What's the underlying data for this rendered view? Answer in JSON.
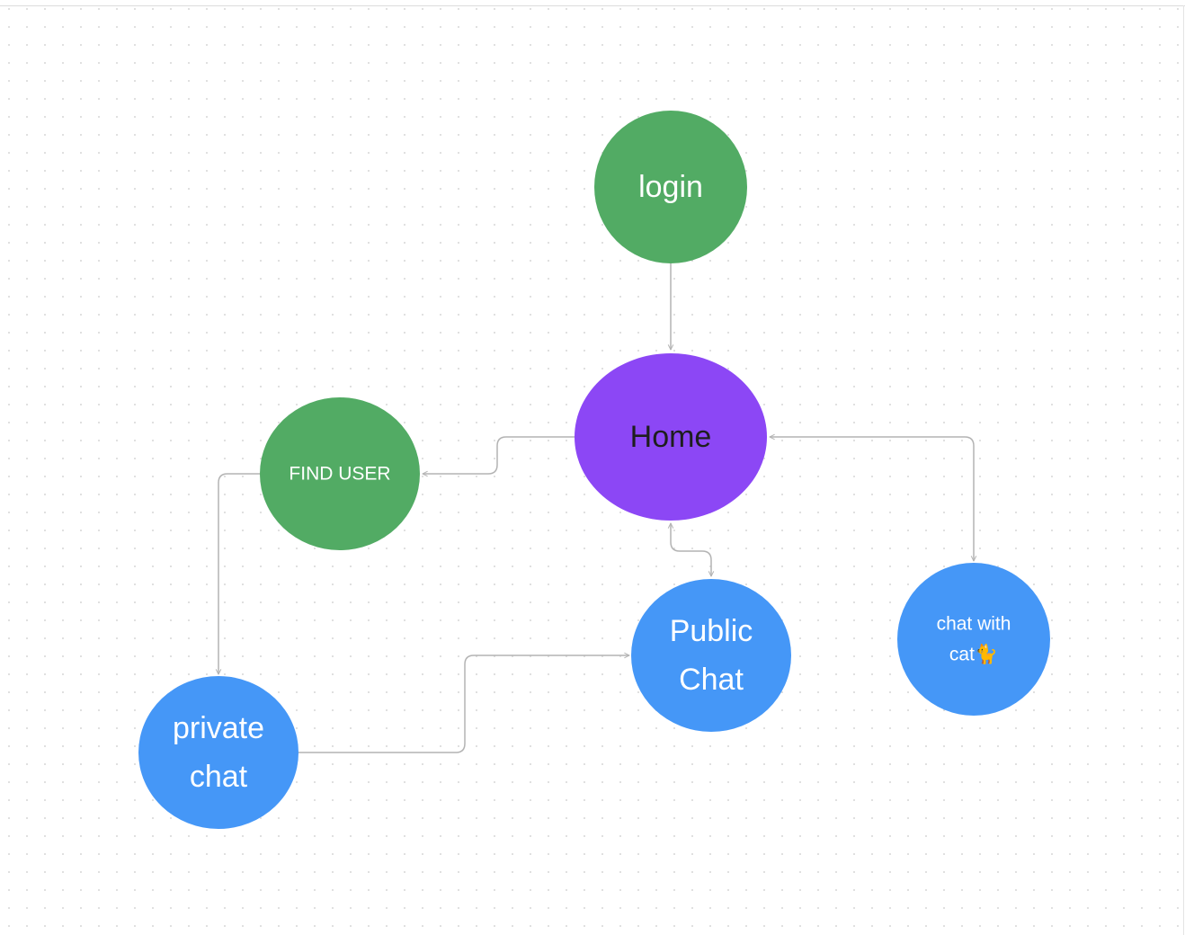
{
  "diagram": {
    "nodes": [
      {
        "id": "login",
        "lines": [
          "login"
        ],
        "fill": "#52ab64",
        "text_color": "#ffffff"
      },
      {
        "id": "home",
        "lines": [
          "Home"
        ],
        "fill": "#8c47f5",
        "text_color": "#1e1e1e"
      },
      {
        "id": "find-user",
        "lines": [
          "FIND USER"
        ],
        "fill": "#52ab64",
        "text_color": "#ffffff"
      },
      {
        "id": "private-chat",
        "lines": [
          "private",
          "chat"
        ],
        "fill": "#4597f7",
        "text_color": "#ffffff"
      },
      {
        "id": "public-chat",
        "lines": [
          "Public",
          "Chat"
        ],
        "fill": "#4597f7",
        "text_color": "#ffffff"
      },
      {
        "id": "chat-with-cat",
        "lines": [
          "chat with",
          "cat🐈"
        ],
        "fill": "#4597f7",
        "text_color": "#ffffff"
      }
    ],
    "edges": [
      {
        "from": "login",
        "to": "home",
        "arrow_end": true,
        "arrow_start": false
      },
      {
        "from": "home",
        "to": "find-user",
        "arrow_end": true,
        "arrow_start": false
      },
      {
        "from": "find-user",
        "to": "private-chat",
        "arrow_end": true,
        "arrow_start": false
      },
      {
        "from": "private-chat",
        "to": "public-chat",
        "arrow_end": true,
        "arrow_start": false
      },
      {
        "from": "home",
        "to": "public-chat",
        "arrow_end": true,
        "arrow_start": true
      },
      {
        "from": "home",
        "to": "chat-with-cat",
        "arrow_end": true,
        "arrow_start": true
      }
    ],
    "colors": {
      "connector": "#b3b3b3",
      "grid_dot": "#d6d6d6",
      "background": "#ffffff"
    }
  }
}
